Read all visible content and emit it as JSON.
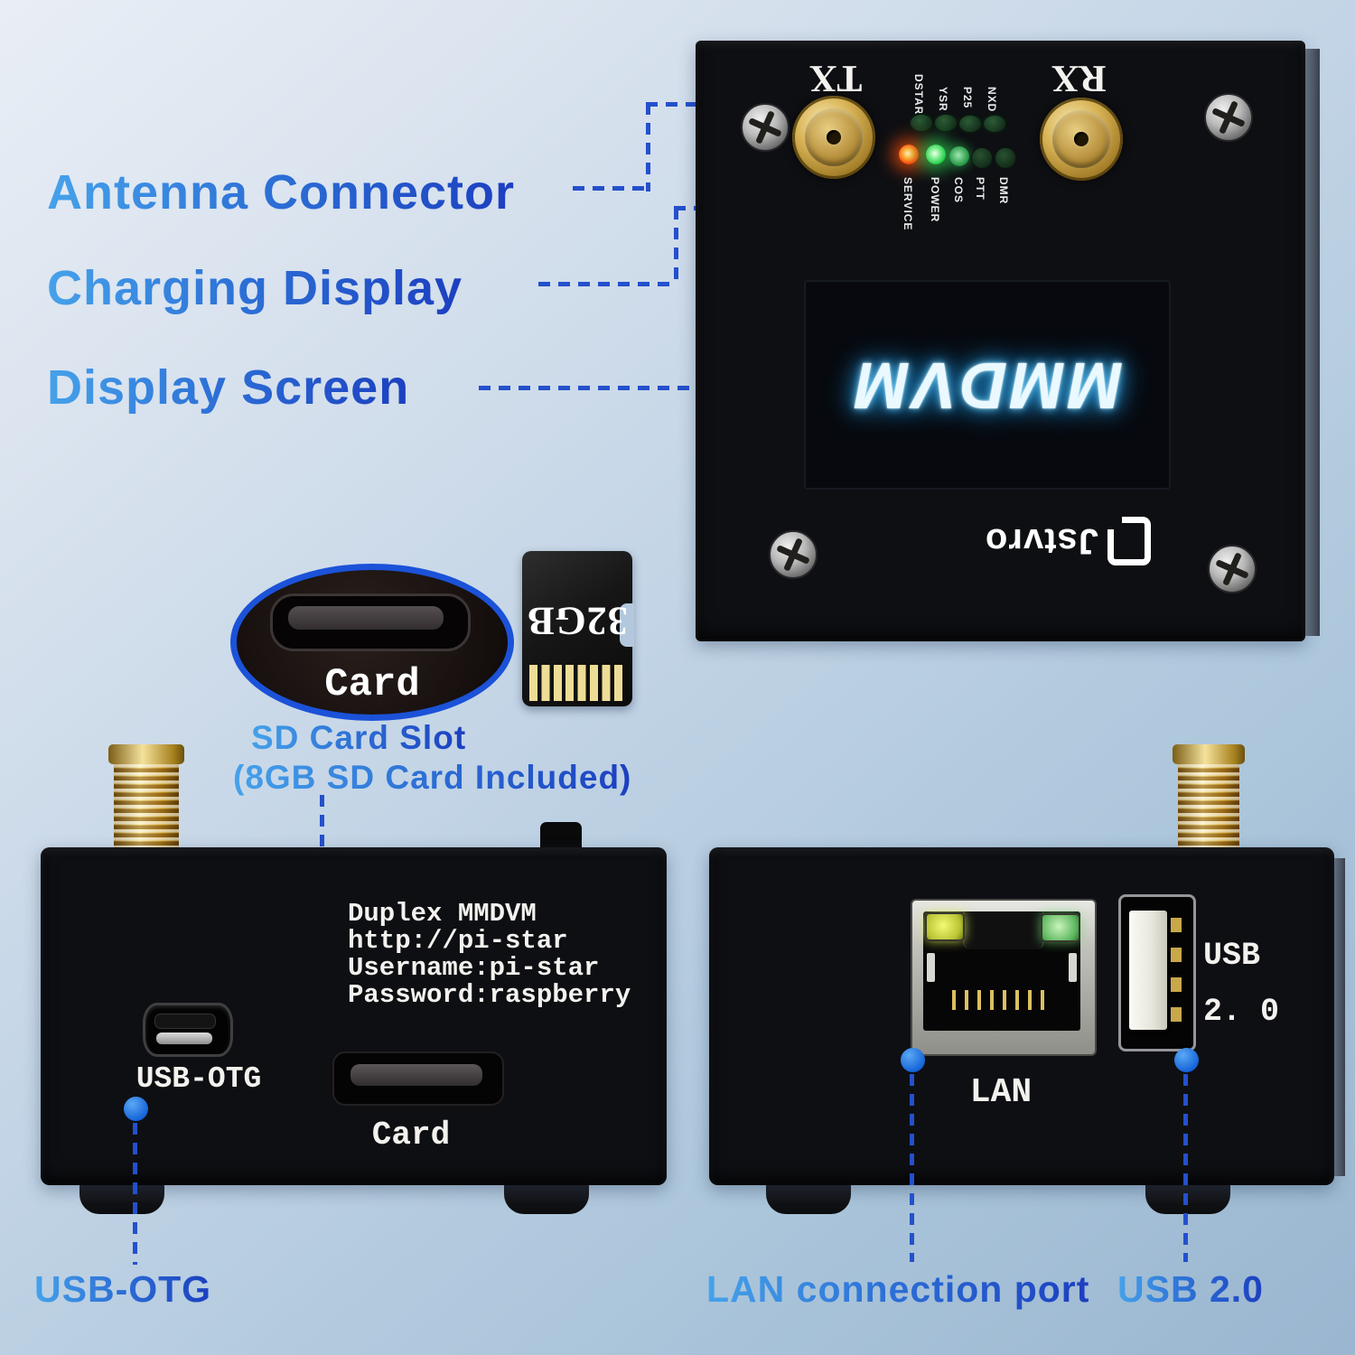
{
  "callouts": {
    "antenna_connector": "Antenna Connector",
    "charging_display": "Charging Display",
    "display_screen": "Display Screen",
    "sd_line1": "SD Card Slot",
    "sd_line2": "(8GB SD Card Included)",
    "usb_otg": "USB-OTG",
    "lan_port": "LAN connection port",
    "usb_20": "USB 2.0"
  },
  "front_panel": {
    "tx": "TX",
    "rx": "RX",
    "led_row_top": [
      "DSTAR",
      "YSR",
      "P25",
      "NXD"
    ],
    "led_row_bottom": [
      "SERVICE",
      "POWER",
      "COS",
      "PTT",
      "DMR"
    ],
    "screen_logo": "MMDVM",
    "brand": "Jstvro"
  },
  "sd_callout": {
    "slot_word": "Card",
    "card_capacity": "32GB"
  },
  "back_panel": {
    "info_lines": [
      "Duplex MMDVM",
      "http://pi-star",
      "Username:pi-star",
      "Password:raspberry"
    ],
    "usb_otg_print": "USB-OTG",
    "card_print": "Card"
  },
  "lan_panel": {
    "lan_print": "LAN",
    "usb_print_line1": "USB",
    "usb_print_line2": "2. 0"
  },
  "colors": {
    "callout_blue_light": "#46a2ea",
    "callout_blue_dark": "#1c3fc0",
    "dash_line": "#2450cc",
    "dot_blue": "#1a6fe0",
    "led_red": "#ff4a0c",
    "led_green": "#23cf48",
    "screen_glow": "#6fd0f8",
    "gold": "#d8b254"
  }
}
